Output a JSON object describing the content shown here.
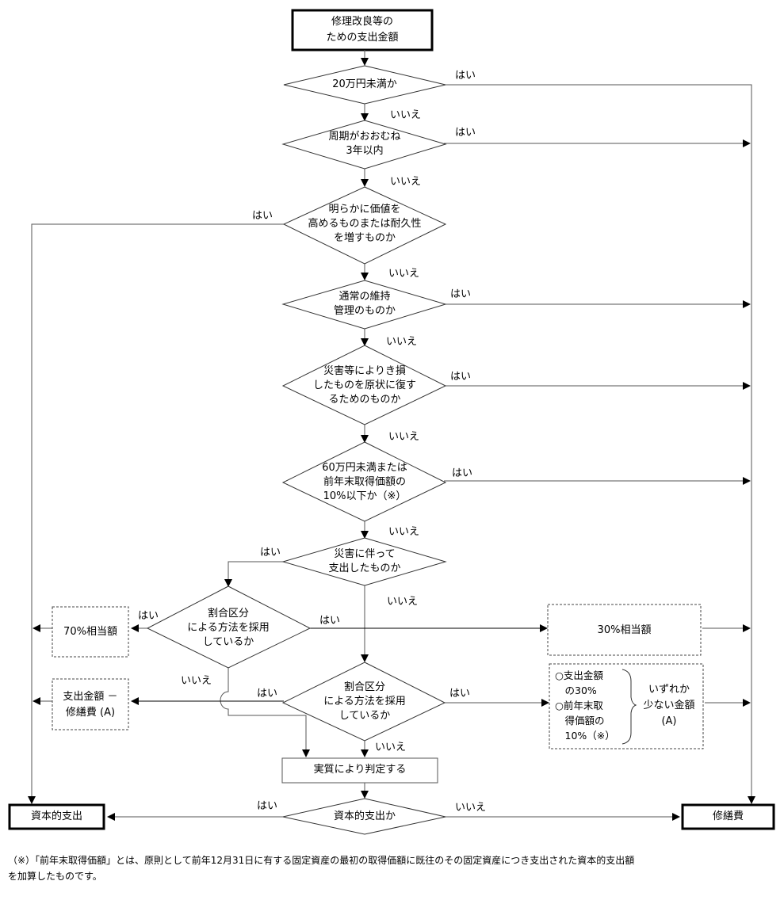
{
  "diagram": {
    "title": "修理改良等の支出金額 判定フローチャート",
    "start": {
      "lines": [
        "修理改良等の",
        "ための支出金額"
      ]
    },
    "decisions": [
      {
        "id": "d1",
        "lines": [
          "20万円未満か"
        ],
        "yes": "はい",
        "no": "いいえ"
      },
      {
        "id": "d2",
        "lines": [
          "周期がおおむね",
          "3年以内"
        ],
        "yes": "はい",
        "no": "いいえ"
      },
      {
        "id": "d3",
        "lines": [
          "明らかに価値を",
          "高めるものまたは耐久性",
          "を増すものか"
        ],
        "yes": "はい",
        "no": "いいえ"
      },
      {
        "id": "d4",
        "lines": [
          "通常の維持",
          "管理のものか"
        ],
        "yes": "はい",
        "no": "いいえ"
      },
      {
        "id": "d5",
        "lines": [
          "災害等によりき損",
          "したものを原状に復す",
          "るためのものか"
        ],
        "yes": "はい",
        "no": "いいえ"
      },
      {
        "id": "d6",
        "lines": [
          "60万円未満または",
          "前年末取得価額の",
          "10%以下か（※）"
        ],
        "yes": "はい",
        "no": "いいえ"
      },
      {
        "id": "d7",
        "lines": [
          "災害に伴って",
          "支出したものか"
        ],
        "yes": "はい",
        "no": "いいえ"
      },
      {
        "id": "d8",
        "lines": [
          "割合区分",
          "による方法を採用",
          "しているか"
        ],
        "yes_left": "はい",
        "yes_right": "はい",
        "no": "いいえ"
      },
      {
        "id": "d9",
        "lines": [
          "割合区分",
          "による方法を採用",
          "しているか"
        ],
        "yes_left": "はい",
        "yes_right": "はい",
        "no": "いいえ"
      },
      {
        "id": "d10",
        "lines": [
          "資本的支出か"
        ],
        "yes": "はい",
        "no": "いいえ"
      }
    ],
    "boxes": {
      "box70": {
        "lines": [
          "70%相当額"
        ]
      },
      "box30": {
        "lines": [
          "30%相当額"
        ]
      },
      "boxDiff": {
        "lines": [
          "支出金額 －",
          "修繕費 (A)"
        ]
      },
      "boxMin": {
        "left_lines": [
          "○支出金額",
          "　の30%",
          "○前年末取",
          "　得価額の",
          "　10%（※）"
        ],
        "right_lines": [
          "いずれか",
          "少ない金額",
          "(A)"
        ]
      },
      "judge": {
        "lines": [
          "実質により判定する"
        ]
      }
    },
    "terminals": {
      "capital": {
        "lines": [
          "資本的支出"
        ]
      },
      "repair": {
        "lines": [
          "修繕費"
        ]
      }
    }
  },
  "footnote": {
    "lines": [
      "（※）「前年末取得価額」とは、原則として前年12月31日に有する固定資産の最初の取得価額に既往のその固定資産につき支出された資本的支出額",
      "を加算したものです。"
    ]
  }
}
